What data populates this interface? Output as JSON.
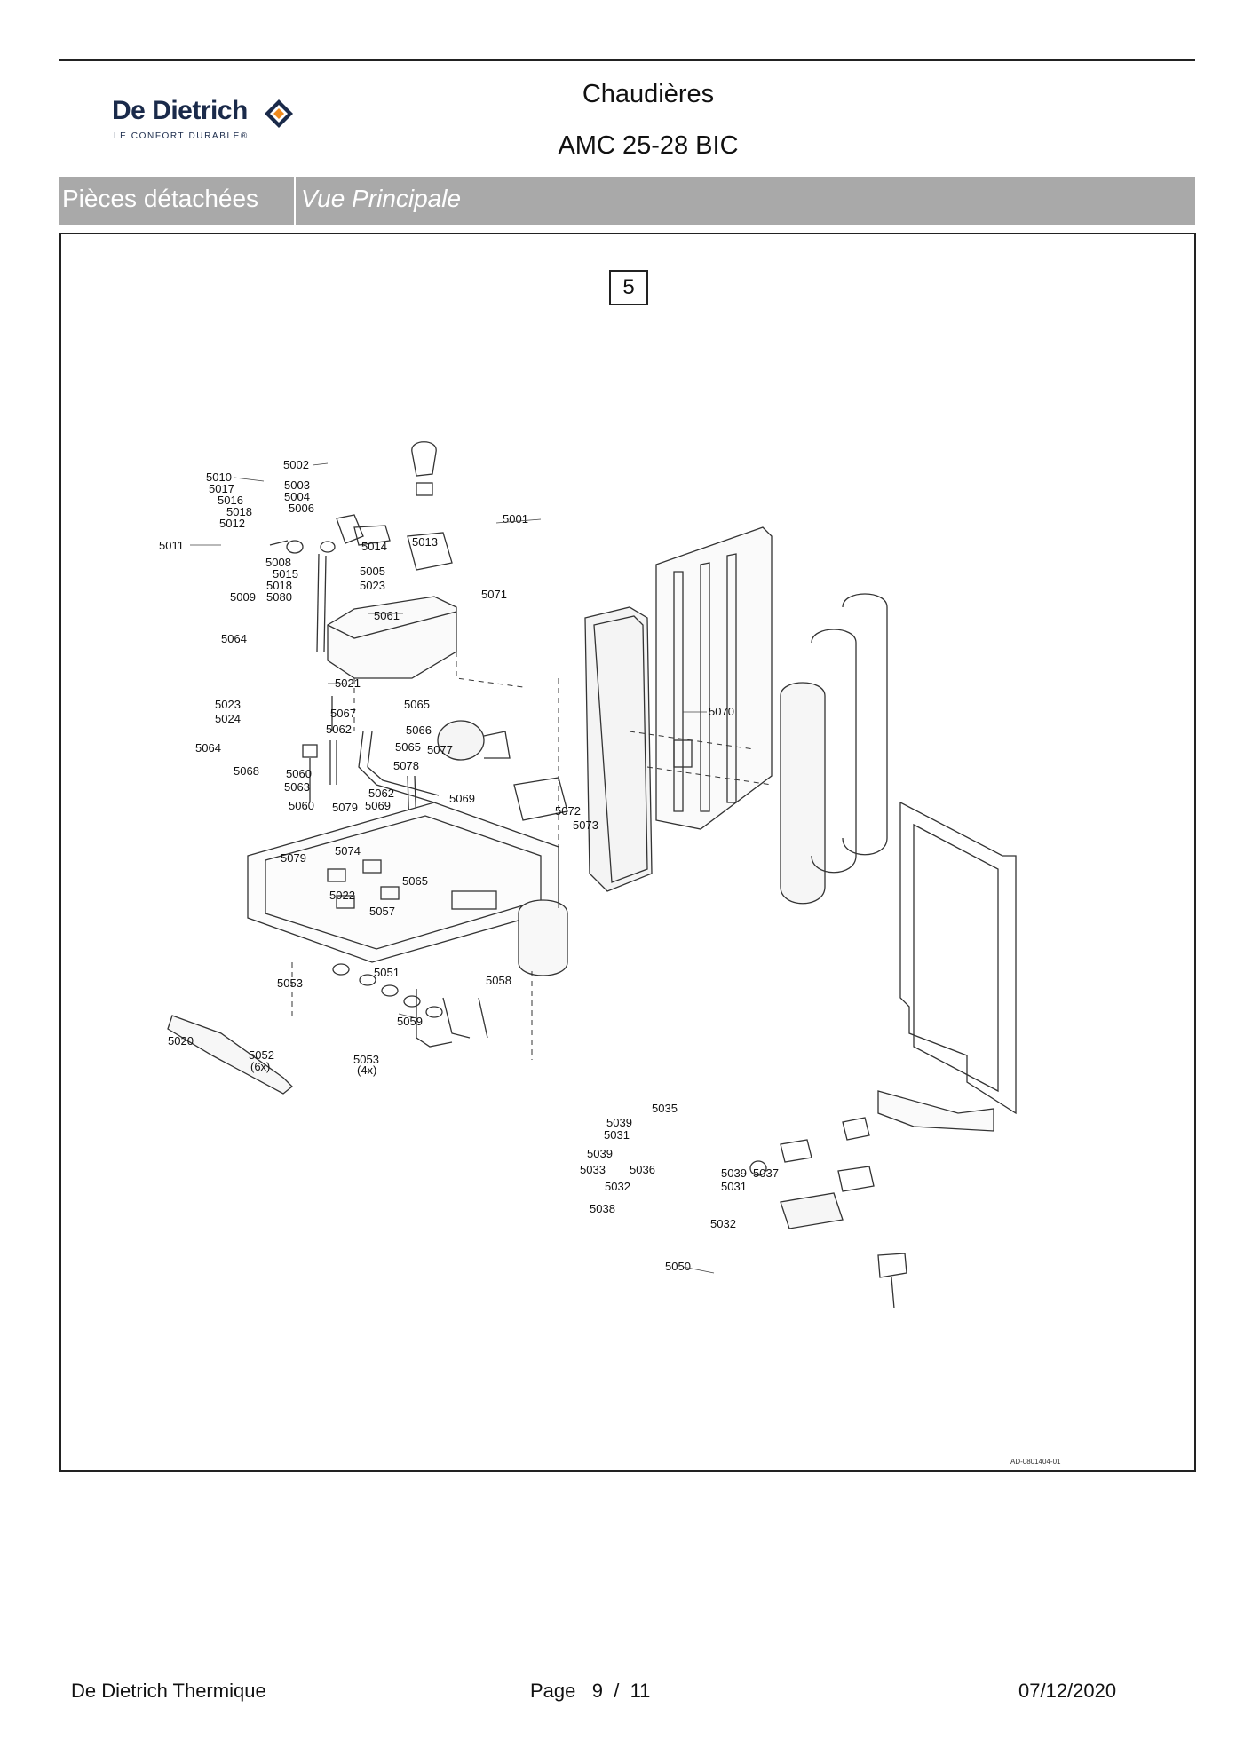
{
  "header": {
    "brand": "De Dietrich",
    "brand_tagline": "LE CONFORT DURABLE®",
    "title_line1": "Chaudières",
    "title_line2": "AMC 25-28 BIC"
  },
  "section_bar": {
    "label": "Pièces détachées",
    "view": "Vue Principale"
  },
  "diagram": {
    "section_number": "5",
    "reference": "AD-0801404-01",
    "part_labels": [
      "5001",
      "5002",
      "5003",
      "5004",
      "5005",
      "5006",
      "5008",
      "5009",
      "5010",
      "5011",
      "5012",
      "5013",
      "5014",
      "5015",
      "5016",
      "5017",
      "5018",
      "5020",
      "5021",
      "5022",
      "5023",
      "5024",
      "5031",
      "5032",
      "5033",
      "5035",
      "5036",
      "5037",
      "5038",
      "5039",
      "5050",
      "5051",
      "5052",
      "5053",
      "5057",
      "5058",
      "5059",
      "5060",
      "5061",
      "5062",
      "5063",
      "5064",
      "5065",
      "5066",
      "5067",
      "5068",
      "5069",
      "5070",
      "5071",
      "5072",
      "5073",
      "5074",
      "5077",
      "5078",
      "5079",
      "5080"
    ],
    "quantity_notes": [
      "(6x)",
      "(4x)"
    ]
  },
  "footer": {
    "company": "De Dietrich Thermique",
    "page_label": "Page",
    "page_current": "9",
    "page_sep": "/",
    "page_total": "11",
    "date": "07/12/2020"
  },
  "colors": {
    "bar": "#a9a9a9",
    "brand_navy": "#1a2a4a",
    "brand_orange": "#f08a1c"
  }
}
